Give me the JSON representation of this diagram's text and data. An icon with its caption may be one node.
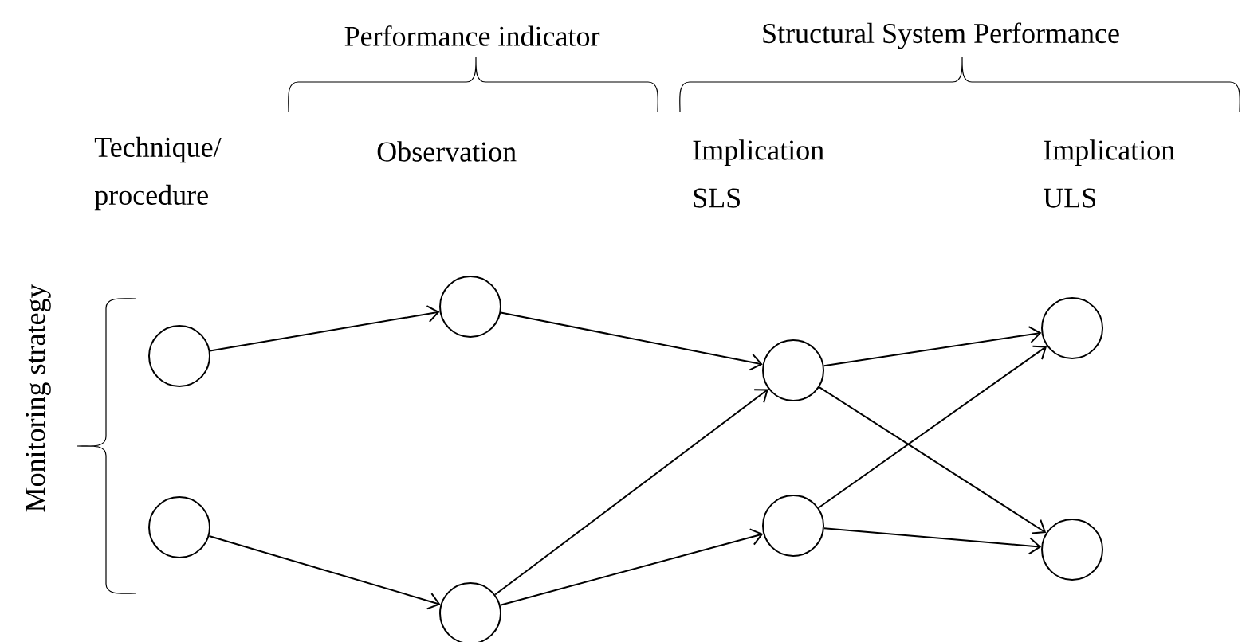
{
  "diagram": {
    "nodes": [
      {
        "text": [],
        "shape": "circle"
      },
      {
        "text": [],
        "shape": "circle"
      },
      {
        "text": [],
        "shape": "circle"
      },
      {
        "text": [],
        "shape": "circle"
      },
      {
        "text": [],
        "shape": "circle"
      },
      {
        "text": [],
        "shape": "circle"
      },
      {
        "text": [],
        "shape": "circle"
      },
      {
        "text": [],
        "shape": "circle"
      }
    ],
    "edges": [
      {
        "from": 0,
        "to": 2,
        "arrow": "to"
      },
      {
        "from": 1,
        "to": 3,
        "arrow": "to"
      },
      {
        "from": 2,
        "to": 4,
        "arrow": "to"
      },
      {
        "from": 3,
        "to": 4,
        "arrow": "to"
      },
      {
        "from": 3,
        "to": 5,
        "arrow": "to"
      },
      {
        "from": 4,
        "to": 6,
        "arrow": "to"
      },
      {
        "from": 4,
        "to": 7,
        "arrow": "to"
      },
      {
        "from": 5,
        "to": 6,
        "arrow": "to"
      },
      {
        "from": 5,
        "to": 7,
        "arrow": "to"
      }
    ],
    "labels": [
      "Performance indicator",
      "Structural System Performance",
      "Technique/ procedure",
      "Observation",
      "Implication SLS",
      "Implication ULS",
      "Monitoring strategy"
    ]
  }
}
